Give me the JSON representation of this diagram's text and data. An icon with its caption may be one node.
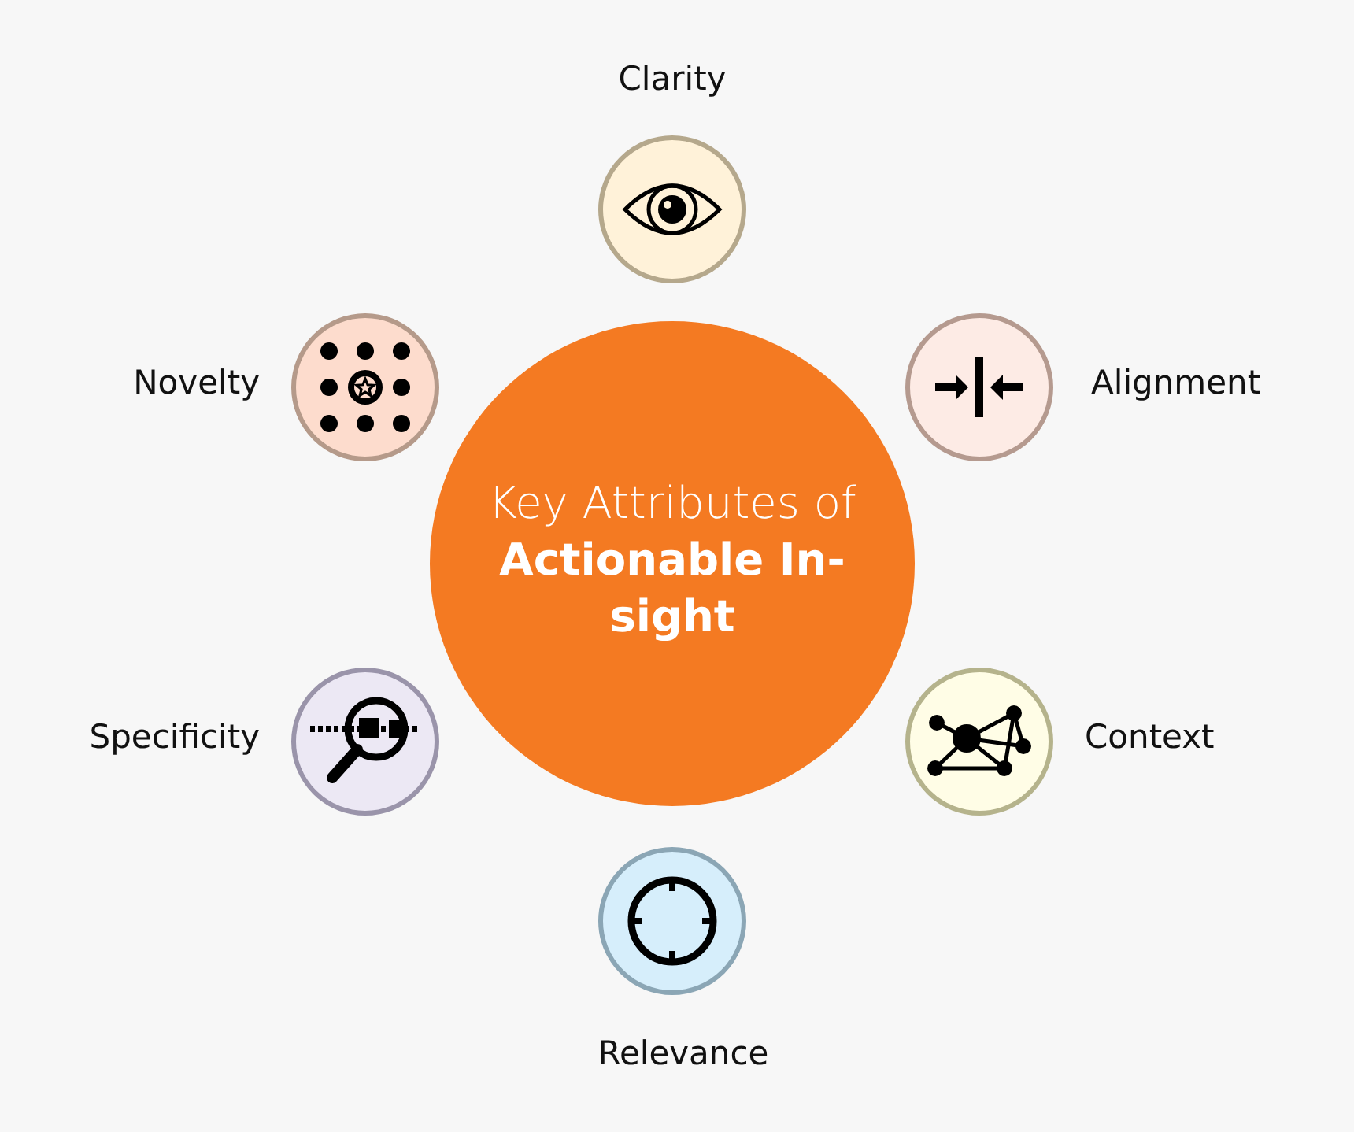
{
  "diagram": {
    "nodes": [
      {
        "text": [
          "Key Attributes of **Actionable In-sight**"
        ]
      },
      {
        "text": [],
        "shape": "circle",
        "beside": [
          "Clarity"
        ]
      },
      {
        "text": [],
        "shape": "circle",
        "beside": [
          "Alignment"
        ]
      },
      {
        "text": [],
        "shape": "circle",
        "beside": [
          "Context"
        ]
      },
      {
        "text": [],
        "shape": "circle",
        "beside": [
          "Relevance"
        ]
      },
      {
        "text": [],
        "shape": "circle",
        "beside": [
          "Specificity"
        ]
      },
      {
        "text": [],
        "shape": "circle",
        "beside": [
          "Novelty"
        ]
      }
    ]
  }
}
